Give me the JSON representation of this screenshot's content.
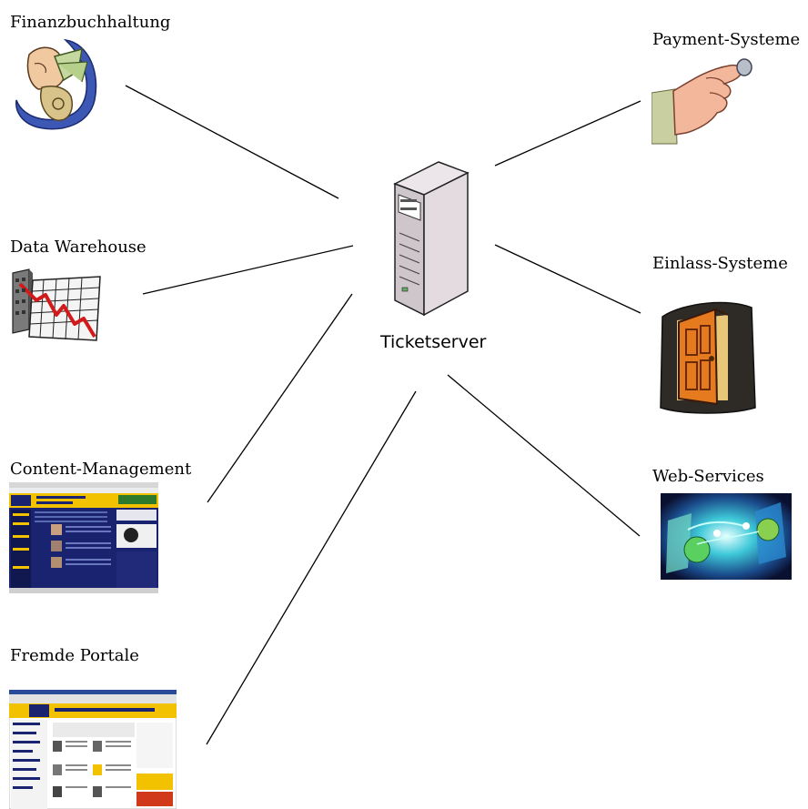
{
  "center": {
    "label": "Ticketserver",
    "icon": "server-tower-icon"
  },
  "nodes": [
    {
      "id": "finanzbuchhaltung",
      "label": "Finanzbuchhaltung",
      "icon": "money-hand-icon"
    },
    {
      "id": "data-warehouse",
      "label": "Data Warehouse",
      "icon": "chart-grid-icon"
    },
    {
      "id": "content-management",
      "label": "Content-Management",
      "icon": "website-screenshot-icon"
    },
    {
      "id": "fremde-portale",
      "label": "Fremde Portale",
      "icon": "portal-screenshot-icon"
    },
    {
      "id": "payment-systeme",
      "label": "Payment-Systeme",
      "icon": "hand-coin-icon"
    },
    {
      "id": "einlass-systeme",
      "label": "Einlass-Systeme",
      "icon": "open-door-icon"
    },
    {
      "id": "web-services",
      "label": "Web-Services",
      "icon": "network-globe-icon"
    }
  ],
  "colors": {
    "line": "#000000",
    "site_yellow": "#f2c200",
    "site_navy": "#1a2370"
  }
}
